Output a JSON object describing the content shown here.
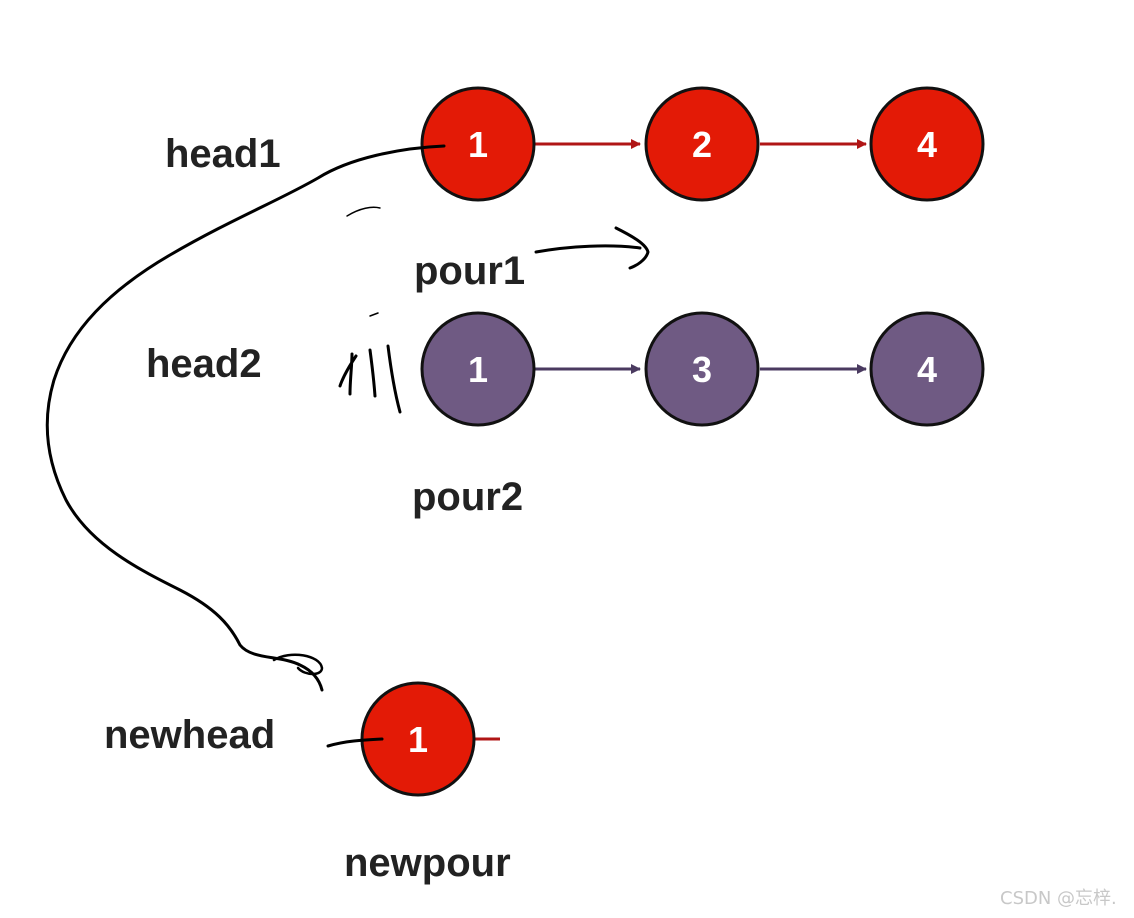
{
  "labels": {
    "head1": "head1",
    "pour1": "pour1",
    "head2": "head2",
    "pour2": "pour2",
    "newhead": "newhead",
    "newpour": "newpour"
  },
  "list1": {
    "color": "#e31a06",
    "arrow_color": "#b01515",
    "nodes": [
      "1",
      "2",
      "4"
    ]
  },
  "list2": {
    "color": "#6f5a83",
    "arrow_color": "#4a3a60",
    "nodes": [
      "1",
      "3",
      "4"
    ]
  },
  "newlist": {
    "color": "#e31a06",
    "arrow_color": "#b01515",
    "nodes": [
      "1"
    ]
  },
  "watermark": "CSDN @忘梓."
}
